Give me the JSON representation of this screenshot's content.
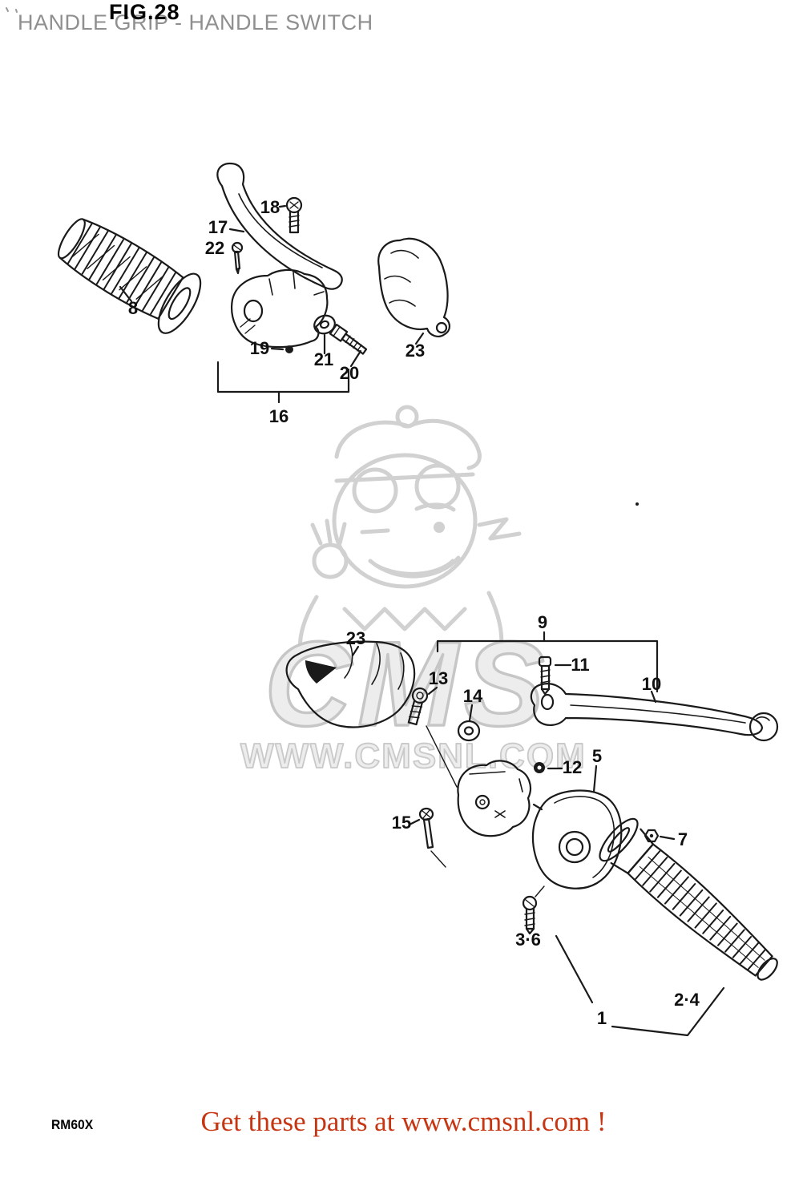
{
  "page": {
    "fig_label": "FIG.28",
    "title": "HANDLE GRIP - HANDLE SWITCH",
    "model_code": "RM60X",
    "footer": "Get these parts at www.cmsnl.com !"
  },
  "watermark": {
    "brand": "CMS",
    "url": "WWW.CMSNL.COM"
  },
  "colors": {
    "title_gray": "#8f8f8f",
    "footer_red": "#c63613",
    "line_black": "#1a1a1a",
    "watermark_gray": "#c9c9c9"
  },
  "diagram": {
    "callouts": {
      "u8": "8",
      "u17": "17",
      "u18": "18",
      "u22": "22",
      "u19": "19",
      "u21": "21",
      "u20": "20",
      "u23": "23",
      "u16": "16",
      "l23": "23",
      "l13": "13",
      "l14": "14",
      "l9": "9",
      "l11": "11",
      "l10": "10",
      "l12": "12",
      "l5": "5",
      "l15": "15",
      "l7": "7",
      "l36": "3·6",
      "l24": "2·4",
      "l1": "1"
    }
  }
}
